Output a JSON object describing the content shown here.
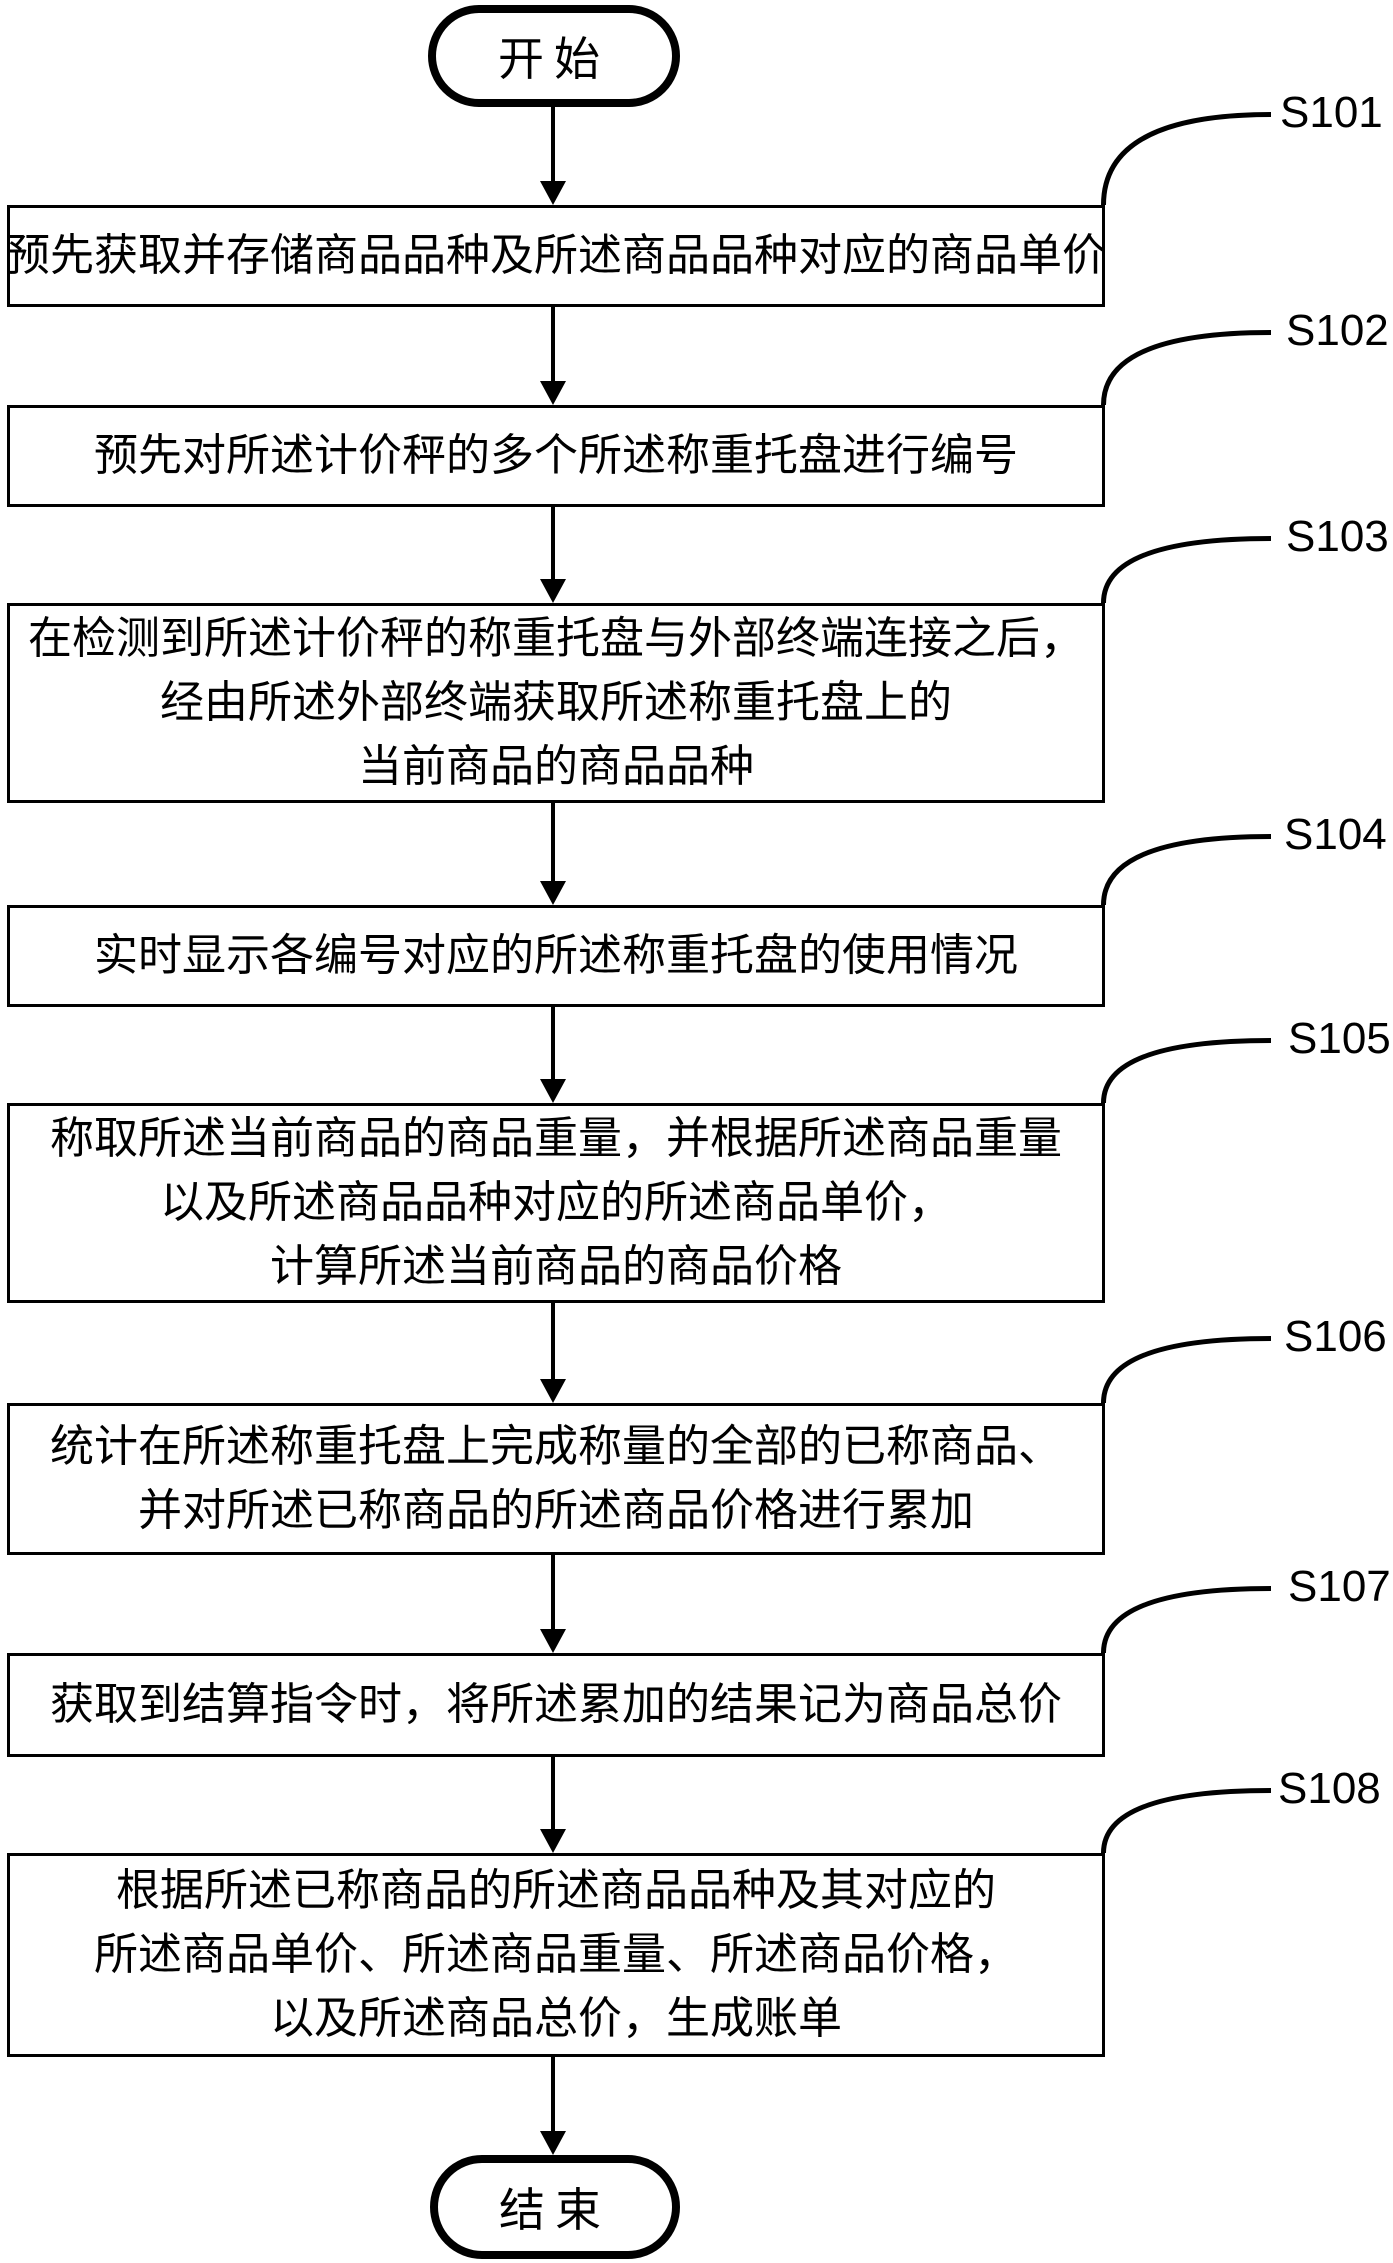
{
  "diagram": {
    "title": "weighing-scale billing method flowchart",
    "start_label": "开始",
    "end_label": "结束",
    "colors": {
      "line": "#000000",
      "background": "#ffffff"
    },
    "steps": [
      {
        "id": "S101",
        "lines": [
          "预先获取并存储商品品种及所述商品品种对应的商品单价"
        ]
      },
      {
        "id": "S102",
        "lines": [
          "预先对所述计价秤的多个所述称重托盘进行编号"
        ]
      },
      {
        "id": "S103",
        "lines": [
          "在检测到所述计价秤的称重托盘与外部终端连接之后，",
          "经由所述外部终端获取所述称重托盘上的",
          "当前商品的商品品种"
        ]
      },
      {
        "id": "S104",
        "lines": [
          "实时显示各编号对应的所述称重托盘的使用情况"
        ]
      },
      {
        "id": "S105",
        "lines": [
          "称取所述当前商品的商品重量，并根据所述商品重量",
          "以及所述商品品种对应的所述商品单价，",
          "计算所述当前商品的商品价格"
        ]
      },
      {
        "id": "S106",
        "lines": [
          "统计在所述称重托盘上完成称量的全部的已称商品、",
          "并对所述已称商品的所述商品价格进行累加"
        ]
      },
      {
        "id": "S107",
        "lines": [
          "获取到结算指令时，将所述累加的结果记为商品总价"
        ]
      },
      {
        "id": "S108",
        "lines": [
          "根据所述已称商品的所述商品品种及其对应的",
          "所述商品单价、所述商品重量、所述商品价格，",
          "以及所述商品总价，生成账单"
        ]
      }
    ]
  }
}
